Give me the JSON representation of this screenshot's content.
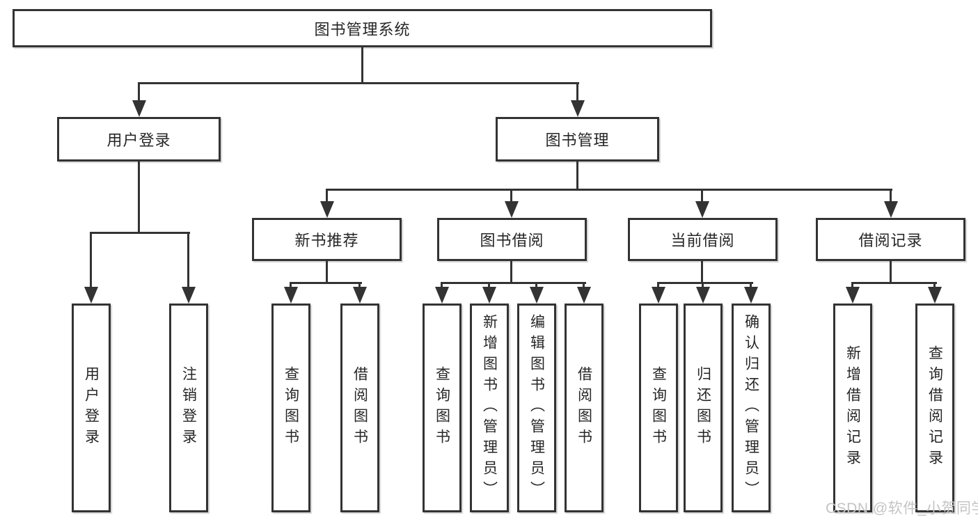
{
  "diagram_title": "图书管理系统",
  "tree": {
    "root": {
      "label": "图书管理系统",
      "children": [
        {
          "label": "用户登录",
          "children": [
            {
              "label": "用户登录"
            },
            {
              "label": "注销登录"
            }
          ]
        },
        {
          "label": "图书管理",
          "children": [
            {
              "label": "新书推荐",
              "children": [
                {
                  "label": "查询图书"
                },
                {
                  "label": "借阅图书"
                }
              ]
            },
            {
              "label": "图书借阅",
              "children": [
                {
                  "label": "查询图书"
                },
                {
                  "label": "新增图书（管理员）"
                },
                {
                  "label": "编辑图书（管理员）"
                },
                {
                  "label": "借阅图书"
                }
              ]
            },
            {
              "label": "当前借阅",
              "children": [
                {
                  "label": "查询图书"
                },
                {
                  "label": "归还图书"
                },
                {
                  "label": "确认归还（管理员）"
                }
              ]
            },
            {
              "label": "借阅记录",
              "children": [
                {
                  "label": "新增借阅记录"
                },
                {
                  "label": "查询借阅记录"
                }
              ]
            }
          ]
        }
      ]
    }
  },
  "watermark": {
    "text": "CSDN @软件_小贺同学"
  },
  "colors": {
    "line": "#333333",
    "text": "#262626",
    "watermark": "#c4c4c4",
    "background": "#ffffff"
  }
}
